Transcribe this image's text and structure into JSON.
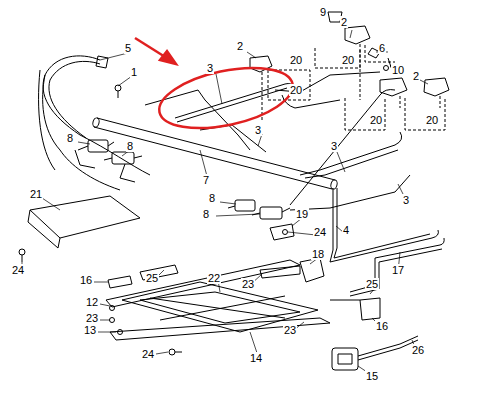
{
  "diagram": {
    "labels": [
      "9",
      "5",
      "2",
      "2",
      "6",
      "20",
      "20",
      "3",
      "1",
      "10",
      "2",
      "20",
      "20",
      "20",
      "3",
      "3",
      "8",
      "8",
      "7",
      "3",
      "21",
      "8",
      "8",
      "19",
      "24",
      "4",
      "24",
      "18",
      "16",
      "25",
      "22",
      "23",
      "17",
      "25",
      "12",
      "23",
      "13",
      "16",
      "23",
      "24",
      "14",
      "26",
      "15"
    ]
  }
}
